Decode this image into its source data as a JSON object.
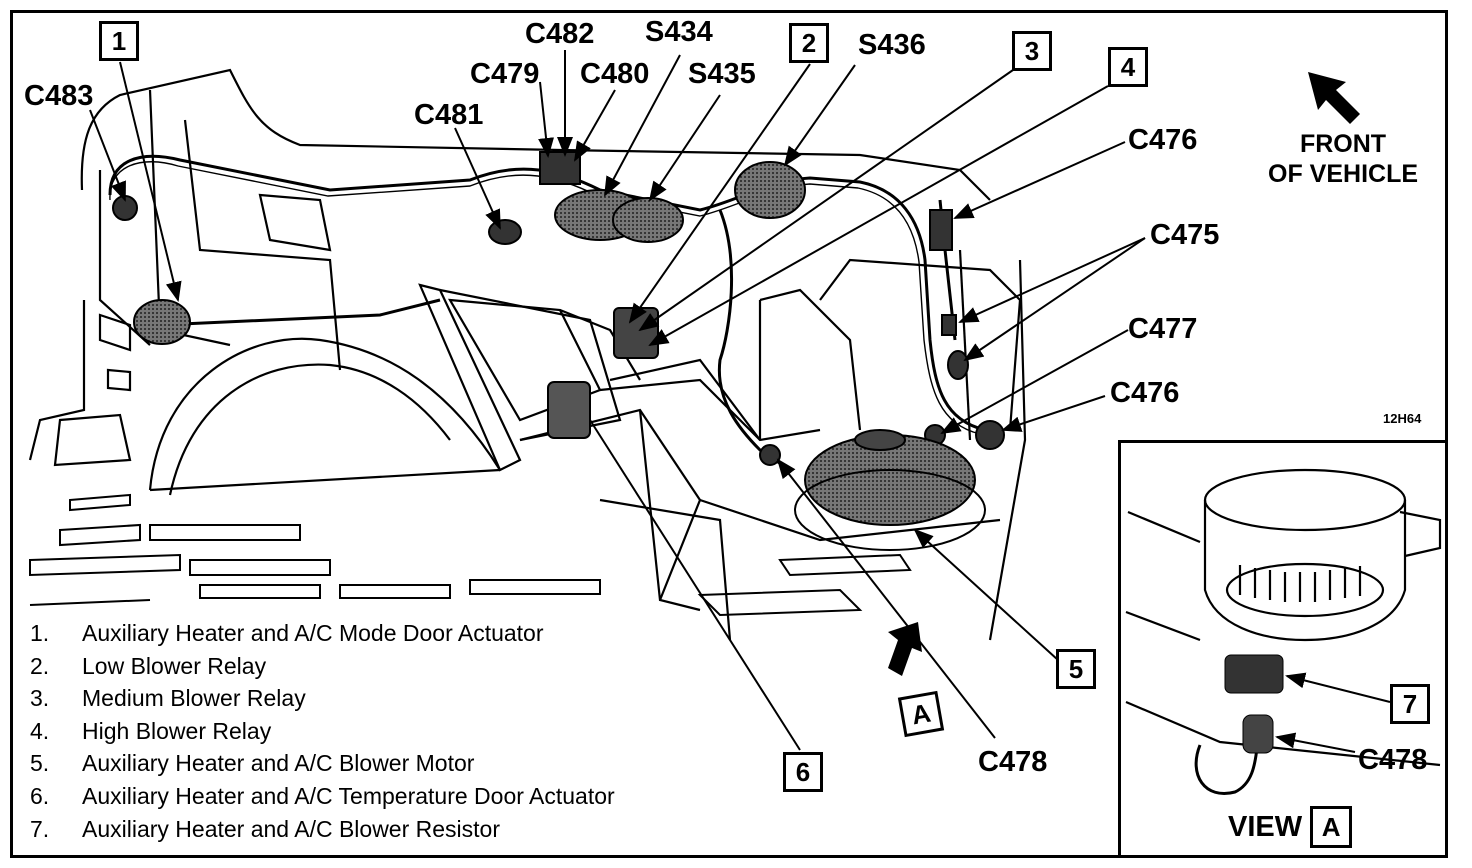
{
  "callouts": {
    "c483": "C483",
    "c482": "C482",
    "s434": "S434",
    "c479": "C479",
    "c480": "C480",
    "s435": "S435",
    "c481": "C481",
    "s436": "S436",
    "c476_top": "C476",
    "c475": "C475",
    "c477": "C477",
    "c476_bottom": "C476",
    "c478_main": "C478",
    "c478_view": "C478"
  },
  "numbered_boxes": {
    "n1": "1",
    "n2": "2",
    "n3": "3",
    "n4": "4",
    "n5": "5",
    "n6": "6",
    "n7": "7"
  },
  "view_arrow_box": "A",
  "front_of_vehicle": [
    "FRONT",
    "OF VEHICLE"
  ],
  "figure_code": "12H64",
  "legend": [
    {
      "num": "1.",
      "text": "Auxiliary Heater and A/C Mode Door Actuator"
    },
    {
      "num": "2.",
      "text": "Low Blower Relay"
    },
    {
      "num": "3.",
      "text": "Medium Blower Relay"
    },
    {
      "num": "4.",
      "text": "High Blower Relay"
    },
    {
      "num": "5.",
      "text": "Auxiliary Heater and A/C Blower Motor"
    },
    {
      "num": "6.",
      "text": "Auxiliary Heater and A/C Temperature Door Actuator"
    },
    {
      "num": "7.",
      "text": "Auxiliary Heater and A/C Blower Resistor"
    }
  ],
  "inset": {
    "view_label": "VIEW",
    "view_box": "A"
  }
}
